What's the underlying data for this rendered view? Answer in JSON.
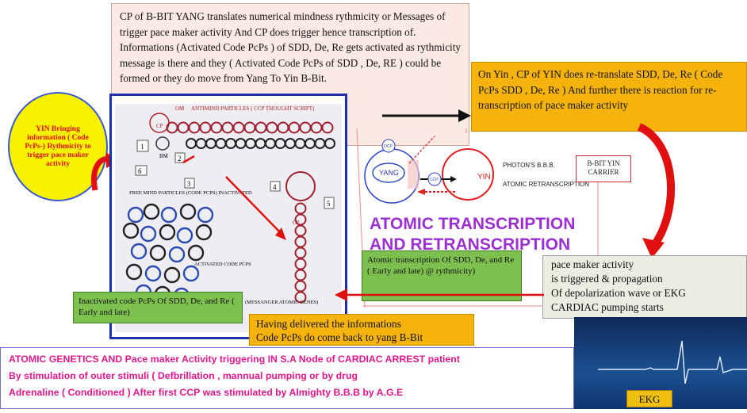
{
  "top_note": "CP of B-BIT YANG translates numerical mindness rythmicity or Messages of trigger pace maker activity And CP does trigger hence transcription of. Informations (Activated Code PcPs ) of SDD, De, Re gets activated as rythmicity message is there and they ( Activated Code PcPs of SDD , De, RE ) could be formed or they do move from Yang To Yin B-Bit.",
  "yin_note": "On Yin , CP of YIN does re-translate SDD, De, Re ( Code PcPs SDD , De, Re ) And further there is reaction for re-transcription of pace maker activity",
  "yin_bubble": "YIN Bringing information ( Code PcPs-) Rythmicity to trigger pace maker activity",
  "left_panel": {
    "om": "OM",
    "header": "ANTIMIND PARTICLES ( CCP THOUGHT SCRIPT)",
    "cp": "CP",
    "bm": "BM",
    "free": "FREE MIND PARTICLES (CODE PCPS) INACTIVATED",
    "activated": "ACTIVATED CODE PCPS",
    "cp2": "CP",
    "messenger": "(MESSANGER ATOMIC GENES)",
    "n1": "1",
    "n2": "2",
    "n3": "3",
    "n4": "4",
    "n5": "5",
    "n6": "6"
  },
  "right_diagram": {
    "yang": "YANG",
    "yin": "YIN",
    "ocp": "OCP",
    "ccp": "CCP",
    "photons": "PHOTON'S B.B.B.",
    "atomic_re": "ATOMIC RETRANSCRIPTION",
    "bbit_carrier": "B-BIT YIN CARRIER"
  },
  "atomic_big_1": "ATOMIC TRANSCRIPTION",
  "atomic_big_2": "AND RETRANSCRIPTION",
  "green_right": "Atomic transcription Of SDD, De, and Re ( Early and late) @ rythmicity)",
  "green_left": "Inactivated code PcPs Of SDD, De, and Re ( Early and late)",
  "orange_bottom_1": "Having delivered the informations",
  "orange_bottom_2": "Code PcPs do come back to yang B-Bit",
  "pace_box": [
    "pace maker activity",
    "is triggered & propagation",
    "Of depolarization wave or EKG",
    "CARDIAC pumping starts"
  ],
  "bottom_banner": [
    "ATOMIC GENETICS AND Pace maker Activity triggering IN S.A Node of CARDIAC ARREST patient",
    "By stimulation of outer stimuli ( Defbrillation , mannual pumping or by drug",
    "Adrenaline ( Conditioned ) After first CCP was stimulated by Almighty B.B.B by A.G.E"
  ],
  "ekg_label": "EKG",
  "colors": {
    "orange": "#f6b30c",
    "green": "#7dc050",
    "pink_note": "#fbe9e4",
    "purple": "#9b2fd1",
    "banner_text": "#e0178d",
    "arrow_red": "#e01010"
  }
}
